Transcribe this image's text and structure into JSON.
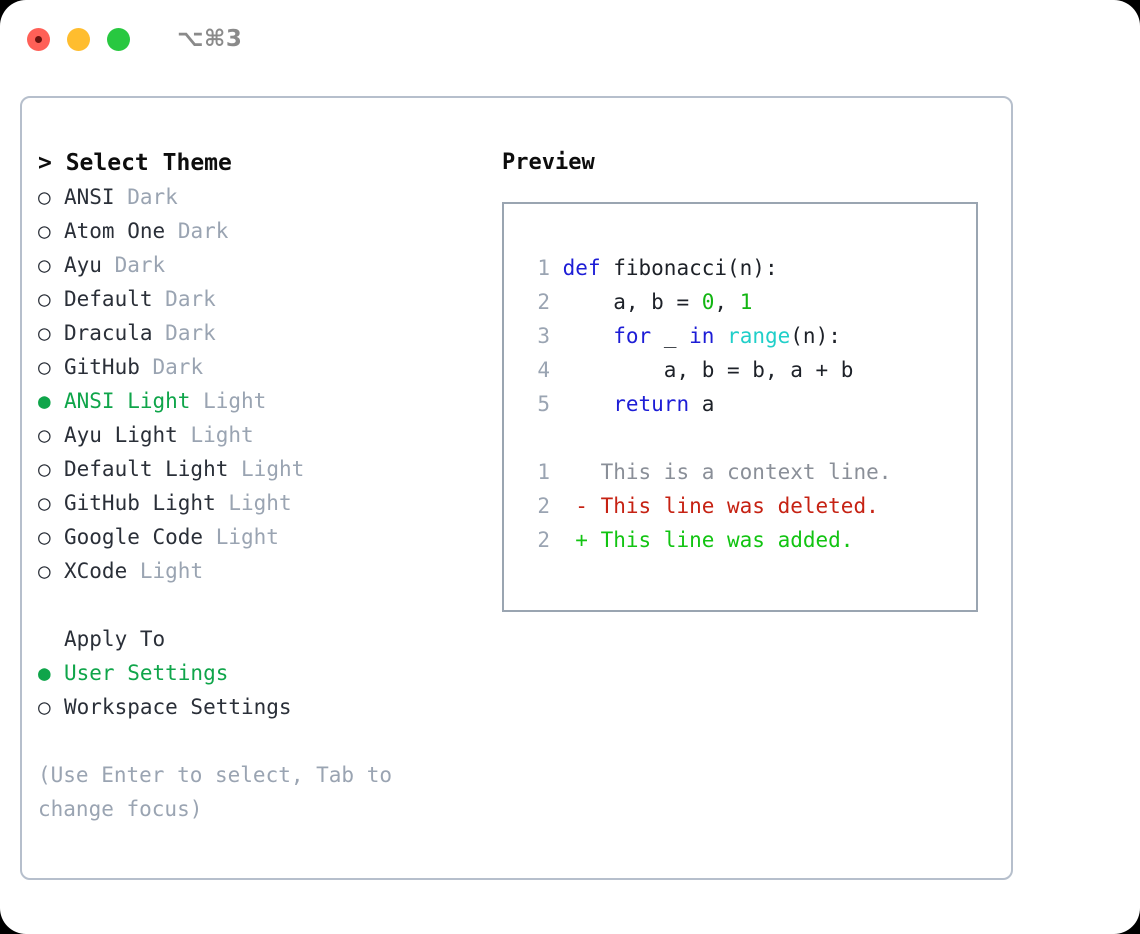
{
  "titlebar": {
    "shortcut": "⌥⌘3",
    "dots": [
      {
        "name": "close",
        "color": "#ff6057"
      },
      {
        "name": "minimize",
        "color": "#ffbd2e"
      },
      {
        "name": "maximize",
        "color": "#28c840"
      }
    ]
  },
  "colors": {
    "accent_green": "#0fa54a",
    "muted_gray": "#9aa4b2",
    "text": "#2a2f38",
    "panel_border": "#b6bfcc",
    "preview_border": "#9aa5b1",
    "keyword_blue": "#1d1dd6",
    "function_cyan": "#20cfc9",
    "number_green": "#12b512",
    "diff_deleted_red": "#c62213",
    "diff_added_green": "#12c412"
  },
  "theme_list": {
    "header": "> Select Theme",
    "items": [
      {
        "marker": "○",
        "name": "ANSI",
        "category": "Dark",
        "selected": false
      },
      {
        "marker": "○",
        "name": "Atom One",
        "category": "Dark",
        "selected": false
      },
      {
        "marker": "○",
        "name": "Ayu",
        "category": "Dark",
        "selected": false
      },
      {
        "marker": "○",
        "name": "Default",
        "category": "Dark",
        "selected": false
      },
      {
        "marker": "○",
        "name": "Dracula",
        "category": "Dark",
        "selected": false
      },
      {
        "marker": "○",
        "name": "GitHub",
        "category": "Dark",
        "selected": false
      },
      {
        "marker": "●",
        "name": "ANSI Light",
        "category": "Light",
        "selected": true
      },
      {
        "marker": "○",
        "name": "Ayu Light",
        "category": "Light",
        "selected": false
      },
      {
        "marker": "○",
        "name": "Default Light",
        "category": "Light",
        "selected": false
      },
      {
        "marker": "○",
        "name": "GitHub Light",
        "category": "Light",
        "selected": false
      },
      {
        "marker": "○",
        "name": "Google Code",
        "category": "Light",
        "selected": false
      },
      {
        "marker": "○",
        "name": "XCode",
        "category": "Light",
        "selected": false
      }
    ]
  },
  "apply_to": {
    "header": "Apply To",
    "items": [
      {
        "marker": "●",
        "name": "User Settings",
        "selected": true
      },
      {
        "marker": "○",
        "name": "Workspace Settings",
        "selected": false
      }
    ]
  },
  "hint": "(Use Enter to select, Tab to change focus)",
  "preview": {
    "label": "Preview",
    "code_lines": [
      {
        "num": "1",
        "tokens": [
          {
            "t": "def",
            "c": "kw"
          },
          {
            "t": " fibonacci(n):",
            "c": "id"
          }
        ]
      },
      {
        "num": "2",
        "tokens": [
          {
            "t": "    a, b = ",
            "c": "id"
          },
          {
            "t": "0",
            "c": "num"
          },
          {
            "t": ", ",
            "c": "id"
          },
          {
            "t": "1",
            "c": "num"
          }
        ]
      },
      {
        "num": "3",
        "tokens": [
          {
            "t": "    ",
            "c": "id"
          },
          {
            "t": "for",
            "c": "kw"
          },
          {
            "t": " _ ",
            "c": "id"
          },
          {
            "t": "in",
            "c": "kw"
          },
          {
            "t": " ",
            "c": "id"
          },
          {
            "t": "range",
            "c": "fn"
          },
          {
            "t": "(n):",
            "c": "id"
          }
        ]
      },
      {
        "num": "4",
        "tokens": [
          {
            "t": "        a, b = b, a + b",
            "c": "id"
          }
        ]
      },
      {
        "num": "5",
        "tokens": [
          {
            "t": "    ",
            "c": "id"
          },
          {
            "t": "return",
            "c": "kw"
          },
          {
            "t": " a",
            "c": "id"
          }
        ]
      }
    ],
    "diff_lines": [
      {
        "num": "1",
        "marker": "  ",
        "text": "This is a context line.",
        "kind": "ctx"
      },
      {
        "num": "2",
        "marker": "- ",
        "text": "This line was deleted.",
        "kind": "del"
      },
      {
        "num": "2",
        "marker": "+ ",
        "text": "This line was added.",
        "kind": "add"
      }
    ]
  }
}
